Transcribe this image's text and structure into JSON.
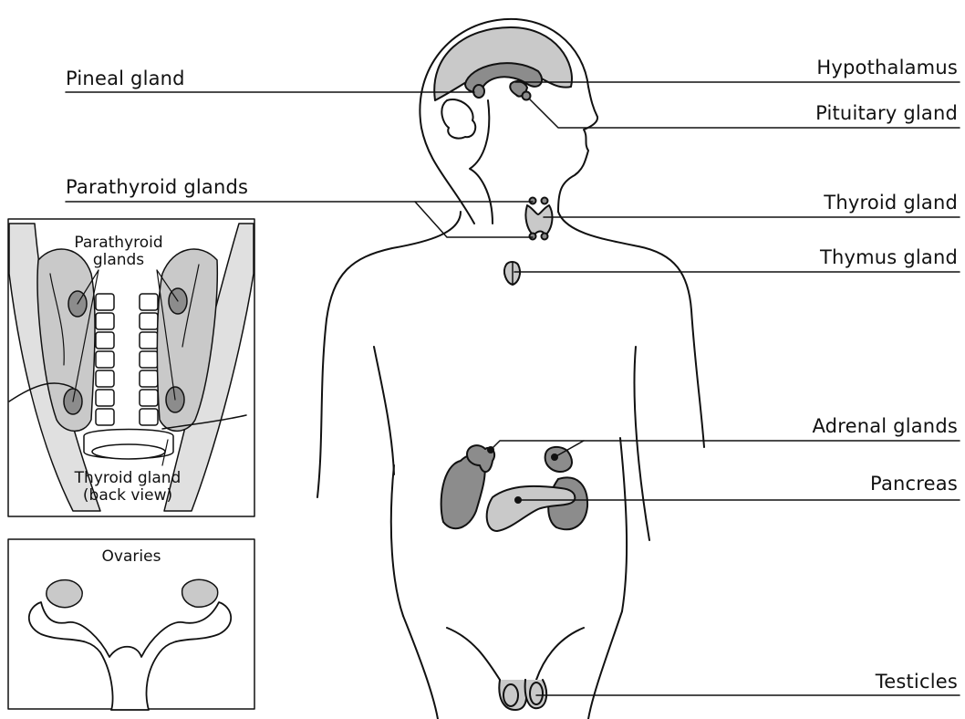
{
  "labels": {
    "pineal": "Pineal gland",
    "parathyroid": "Parathyroid glands",
    "hypothalamus": "Hypothalamus",
    "pituitary": "Pituitary gland",
    "thyroid": "Thyroid gland",
    "thymus": "Thymus gland",
    "adrenal": "Adrenal glands",
    "pancreas": "Pancreas",
    "testicles": "Testicles"
  },
  "inset_thyroid": {
    "parathyroid_line1": "Parathyroid",
    "parathyroid_line2": "glands",
    "caption_line1": "Thyroid gland",
    "caption_line2": "(back view)"
  },
  "inset_ovaries": {
    "title": "Ovaries"
  },
  "colors": {
    "organ_light": "#c9c9c9",
    "organ_dark": "#8c8c8c",
    "outline": "#111111"
  }
}
